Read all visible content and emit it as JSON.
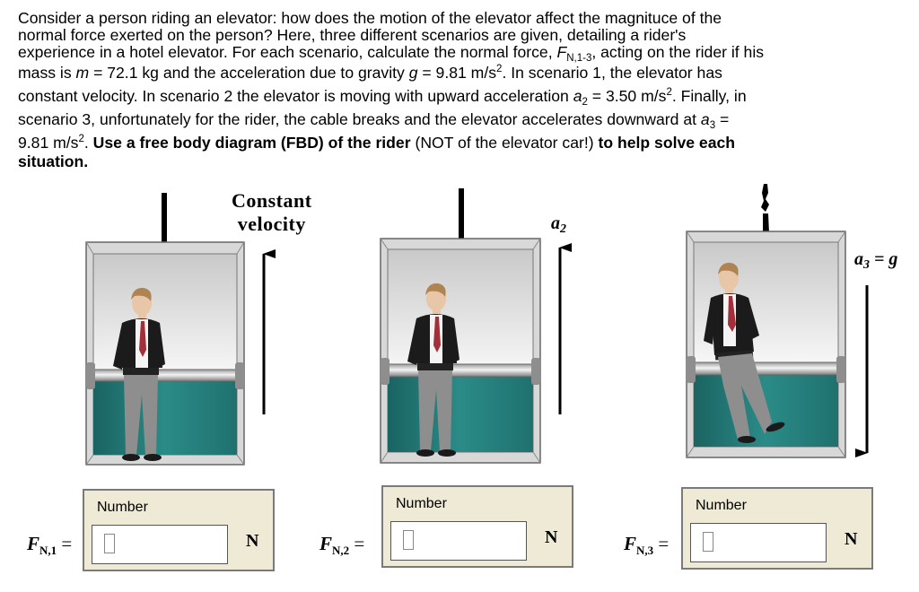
{
  "problem": {
    "line1": "Consider a person riding an elevator: how does the motion of the elevator affect the magnituce of the",
    "line2": "normal force exerted on the person?  Here, three different scenarios are given, detailing a rider's",
    "line3_a": "experience in a hotel elevator. For each scenario, calculate the normal force, ",
    "line3_F": "F",
    "line3_sub": "N,1-3",
    "line3_b": ", acting on the rider if his",
    "line4_a": "mass is ",
    "line4_m": "m",
    "line4_b": " = 72.1 kg and the acceleration due to gravity ",
    "line4_g": "g",
    "line4_c": " = 9.81  m/s",
    "line4_sup": "2",
    "line4_d": ". In scenario 1, the elevator has",
    "line5_a": "constant velocity. In scenario 2 the elevator is moving with upward acceleration ",
    "line5_av": "a",
    "line5_sub": "2",
    "line5_b": " = 3.50 m/s",
    "line5_sup": "2",
    "line5_c": ". Finally, in",
    "line6_a": "scenario 3, unfortunately for the rider, the cable breaks and the elevator accelerates downward at ",
    "line6_av": "a",
    "line6_sub": "3",
    "line6_b": " =",
    "line7_a": "9.81 m/s",
    "line7_sup": "2",
    "line7_b": ".  ",
    "line7_bold1": "Use a free body diagram (FBD) of the rider",
    "line7_c": " (NOT of the elevator car!) ",
    "line7_bold2": "to help solve each",
    "line8": "situation."
  },
  "scenarios": [
    {
      "label_line1": "Constant",
      "label_line2": "velocity"
    },
    {
      "label_var": "a",
      "label_sub": "2"
    },
    {
      "label_var": "a",
      "label_sub": "3",
      "label_rest": " = g"
    }
  ],
  "answers": [
    {
      "header": "Number",
      "value": "",
      "unit": "N",
      "F": "F",
      "sub": "N,1",
      "eq": "="
    },
    {
      "header": "Number",
      "value": "",
      "unit": "N",
      "F": "F",
      "sub": "N,2",
      "eq": "="
    },
    {
      "header": "Number",
      "value": "",
      "unit": "N",
      "F": "F",
      "sub": "N,3",
      "eq": "="
    }
  ]
}
